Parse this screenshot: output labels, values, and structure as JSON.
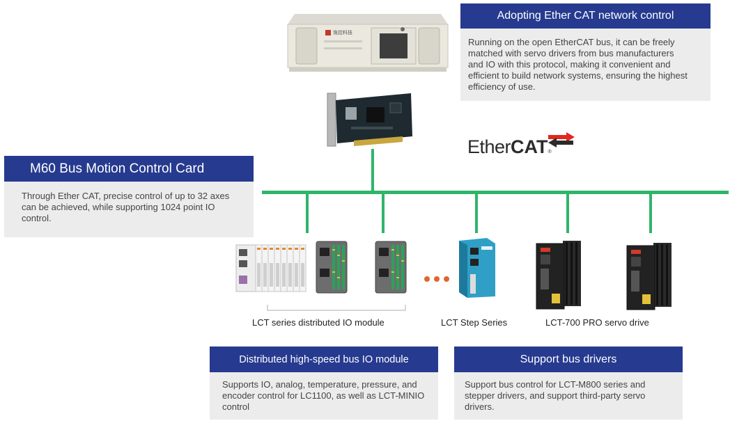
{
  "ethercat": {
    "title": "Adopting Ether CAT network control",
    "text": "Running on the open EtherCAT bus, it can be freely matched with servo drivers from bus manufacturers and IO with this protocol, making it convenient and efficient to build network systems, ensuring the highest efficiency of use."
  },
  "card": {
    "title": "M60 Bus Motion Control Card",
    "text": "Through Ether CAT, precise control of up to 32 axes can be achieved, while supporting 1024 point IO control."
  },
  "logo": {
    "prefix": "Ether",
    "suffix": "CAT",
    "mark": "®"
  },
  "devices": {
    "io_label": "LCT series distributed IO module",
    "step_label": "LCT Step Series",
    "servo_label": "LCT-700 PRO servo drive",
    "pc_brand": "逸控科技"
  },
  "io_module": {
    "title": "Distributed high-speed bus IO module",
    "text": "Supports IO, analog, temperature, pressure, and encoder control for LC1100, as well as LCT-MINIO control"
  },
  "bus_drivers": {
    "title": "Support bus drivers",
    "text": "Support bus control for LCT-M800 series and stepper drivers, and support third-party servo drivers."
  },
  "colors": {
    "header": "#263a8f",
    "bus": "#2fb56a",
    "panel": "#ececec",
    "dots": "#e0662f"
  }
}
